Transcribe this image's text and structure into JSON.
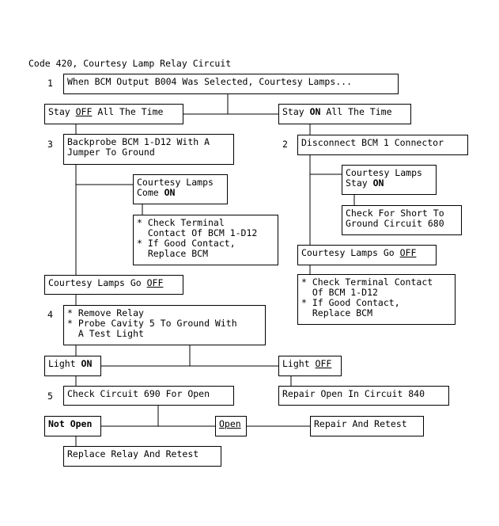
{
  "title": "Code 420, Courtesy Lamp Relay Circuit",
  "steps": {
    "s1": "1",
    "s2": "2",
    "s3": "3",
    "s4": "4",
    "s5": "5"
  },
  "boxes": {
    "question": "When BCM Output B004 Was Selected, Courtesy Lamps...",
    "stay_off": {
      "a": "Stay ",
      "b": "OFF",
      "c": " All The Time"
    },
    "stay_on": {
      "a": "Stay ",
      "b": "ON",
      "c": " All The Time"
    },
    "backprobe": {
      "l1": "Backprobe BCM 1-D12 With A",
      "l2": "Jumper To Ground"
    },
    "lamps_come_on": {
      "l1": "Courtesy Lamps",
      "l2a": "Come ",
      "l2b": "ON"
    },
    "check_terminal_left": {
      "l1": "* Check Terminal",
      "l2": "  Contact Of BCM 1-D12",
      "l3": "* If Good Contact,",
      "l4": "  Replace BCM"
    },
    "lamps_go_off_left": {
      "a": "Courtesy Lamps Go ",
      "b": "OFF"
    },
    "disconnect": "Disconnect BCM 1 Connector",
    "lamps_stay_on": {
      "l1": "Courtesy Lamps",
      "l2a": "Stay ",
      "l2b": "ON"
    },
    "check_short": {
      "l1": "Check For Short To",
      "l2": "Ground Circuit 680"
    },
    "lamps_go_off_right": {
      "a": "Courtesy Lamps Go ",
      "b": "OFF"
    },
    "check_terminal_right": {
      "l1": "* Check Terminal Contact",
      "l2": "  Of BCM 1-D12",
      "l3": "* If Good Contact,",
      "l4": "  Replace BCM"
    },
    "remove_relay": {
      "l1": "* Remove Relay",
      "l2": "* Probe Cavity 5 To Ground With",
      "l3": "  A Test Light"
    },
    "light_on": {
      "a": "Light ",
      "b": "ON"
    },
    "light_off": {
      "a": "Light ",
      "b": "OFF"
    },
    "check_690": "Check Circuit 690 For Open",
    "repair_840": "Repair Open In Circuit 840",
    "not_open": "Not Open",
    "open": "Open",
    "repair_retest": "Repair And Retest",
    "replace_relay": "Replace Relay And Retest"
  }
}
